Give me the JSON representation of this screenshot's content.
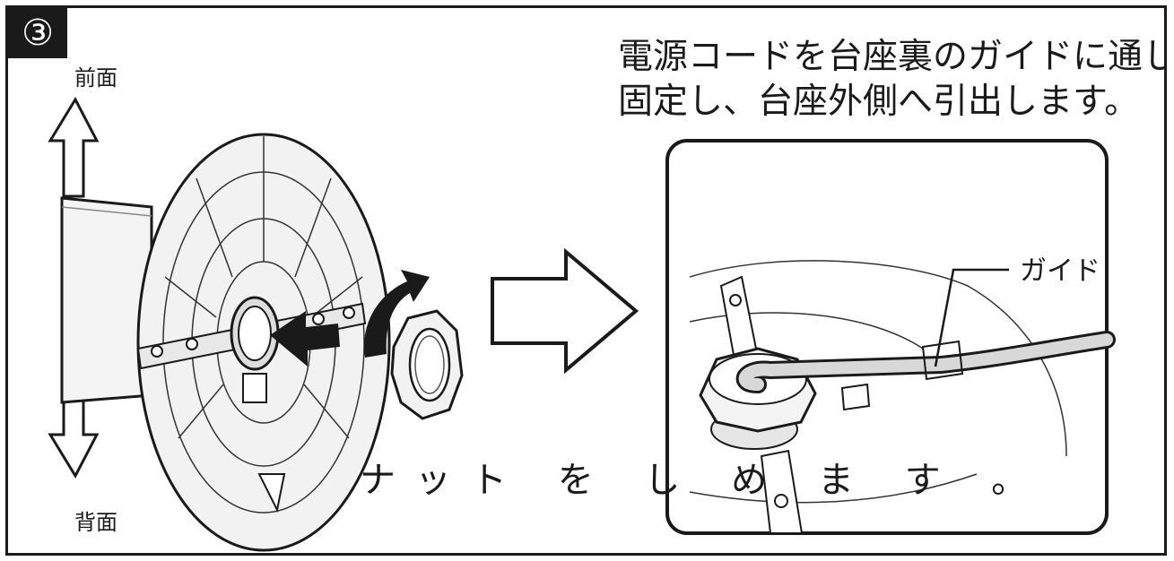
{
  "step": {
    "number": "③"
  },
  "labels": {
    "front": "前面",
    "back": "背面",
    "guide": "ガイド"
  },
  "instruction": {
    "line1": "電源コードを台座裏のガイドに通して",
    "line2": "固定し、台座外側へ引出します。"
  },
  "caption": {
    "nut": "ナット を し め ま す 。"
  },
  "colors": {
    "ink": "#1a1a1a",
    "paper": "#ffffff",
    "shade": "#f0f0f0"
  }
}
